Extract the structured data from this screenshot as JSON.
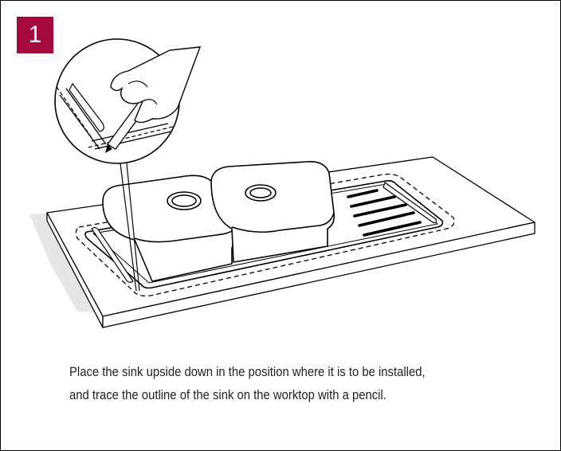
{
  "step": {
    "number": "1",
    "color": "#a6093d"
  },
  "illustration": {
    "subject": "sink-upside-down-on-worktop-traced-with-pencil"
  },
  "caption": {
    "line1": "Place the sink upside down in the position where it is to be installed,",
    "line2": "and trace the outline of the sink on the worktop with a pencil."
  }
}
